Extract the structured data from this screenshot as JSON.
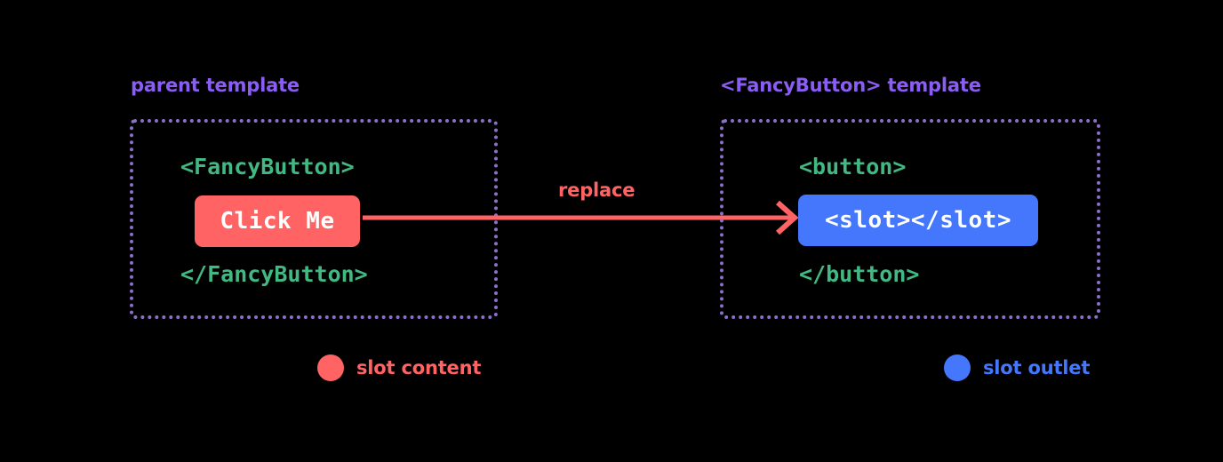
{
  "colors": {
    "background": "#000000",
    "heading_purple": "#8B5CF6",
    "border_purple": "#8D6FCB",
    "code_green": "#42B883",
    "slot_content_red": "#FF6363",
    "slot_outlet_blue": "#4477FB",
    "chip_text": "#FFFFFF"
  },
  "panels": [
    {
      "id": "parent",
      "heading": "parent template",
      "open_tag": "<FancyButton>",
      "chip_label": "Click Me",
      "close_tag": "</FancyButton>"
    },
    {
      "id": "fancybutton",
      "heading": "<FancyButton> template",
      "open_tag": "<button>",
      "chip_label": "<slot></slot>",
      "close_tag": "</button>"
    }
  ],
  "arrow": {
    "label": "replace",
    "direction": "left-to-right",
    "from": "Click Me",
    "to": "<slot></slot>"
  },
  "legend": [
    {
      "label": "slot content",
      "color": "#FF6363"
    },
    {
      "label": "slot outlet",
      "color": "#4477FB"
    }
  ]
}
